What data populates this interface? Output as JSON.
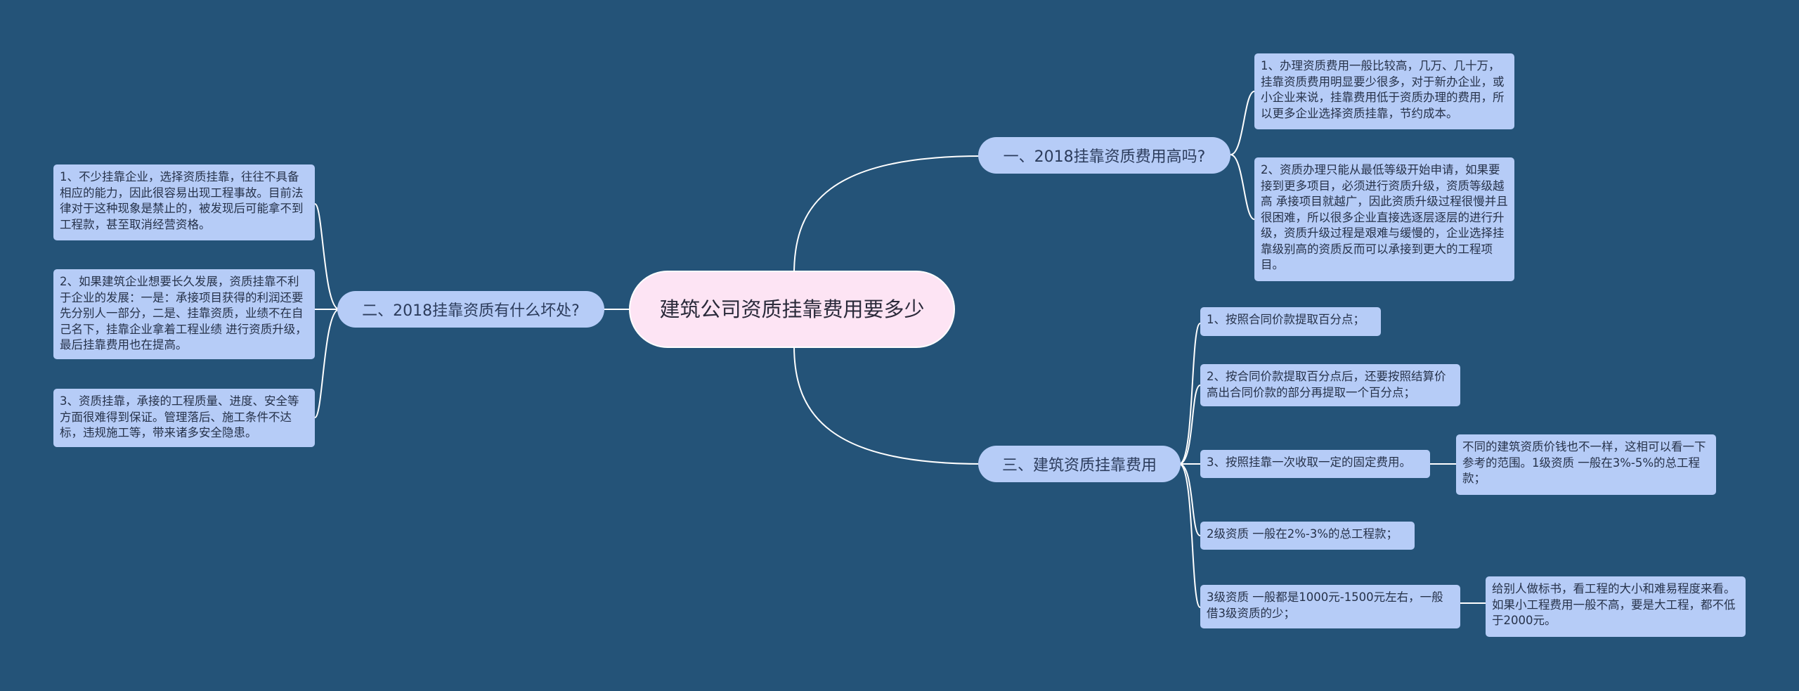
{
  "root": {
    "label": "建筑公司资质挂靠费用要多少"
  },
  "branches": [
    {
      "label": "一、2018挂靠资质费用高吗?",
      "children": [
        "1、办理资质费用一般比较高，几万、几十万，挂靠资质费用明显要少很多，对于新办企业，或小企业来说，挂靠费用低于资质办理的费用，所以更多企业选择资质挂靠，节约成本。",
        "2、资质办理只能从最低等级开始申请，如果要接到更多项目，必须进行资质升级，资质等级越高 承接项目就越广，因此资质升级过程很慢并且很困难，所以很多企业直接选逐层逐层的进行升级，资质升级过程是艰难与缓慢的，企业选择挂靠级别高的资质反而可以承接到更大的工程项目。"
      ]
    },
    {
      "label": "二、2018挂靠资质有什么坏处?",
      "children": [
        "1、不少挂靠企业，选择资质挂靠，往往不具备相应的能力，因此很容易出现工程事故。目前法律对于这种现象是禁止的，被发现后可能拿不到工程款，甚至取消经营资格。",
        "2、如果建筑企业想要长久发展，资质挂靠不利于企业的发展：一是：承接项目获得的利润还要先分别人一部分，二是、挂靠资质，业绩不在自己名下，挂靠企业拿着工程业绩 进行资质升级，最后挂靠费用也在提高。",
        "3、资质挂靠，承接的工程质量、进度、安全等方面很难得到保证。管理落后、施工条件不达标，违规施工等，带来诸多安全隐患。"
      ]
    },
    {
      "label": "三、建筑资质挂靠费用",
      "children": [
        "1、按照合同价款提取百分点；",
        "2、按合同价款提取百分点后，还要按照结算价高出合同价款的部分再提取一个百分点；",
        "3、按照挂靠一次收取一定的固定费用。",
        "2级资质 一般在2%-3%的总工程款；",
        "3级资质 一般都是1000元-1500元左右，一般借3级资质的少；"
      ],
      "notes": [
        "不同的建筑资质价钱也不一样，这相可以看一下参考的范围。1级资质 一般在3%-5%的总工程款；",
        "给别人做标书，看工程的大小和难易程度来看。如果小工程费用一般不高，要是大工程，都不低于2000元。"
      ]
    }
  ]
}
